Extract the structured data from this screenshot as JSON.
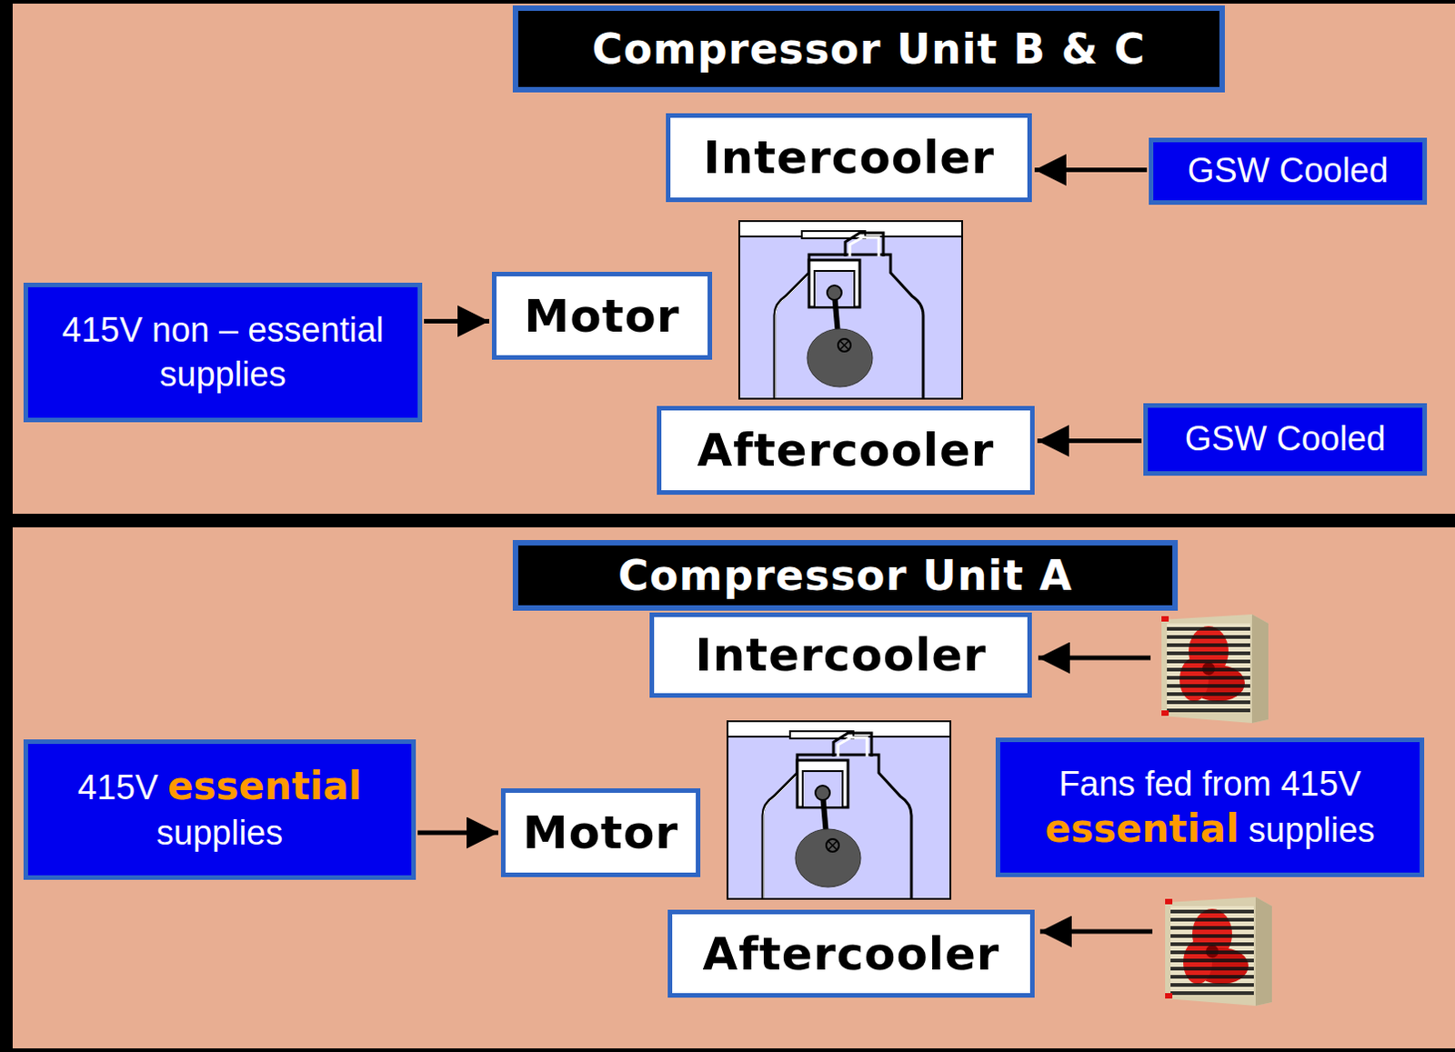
{
  "diagram": {
    "nodes": [
      {
        "text": [
          "Compressor Unit B & C"
        ]
      },
      {
        "text": [
          "Intercooler"
        ]
      },
      {
        "text": [
          "GSW Cooled"
        ]
      },
      {
        "text": [
          "415V non – essential supplies"
        ]
      },
      {
        "text": [
          "Motor"
        ]
      },
      {
        "text": [
          "Aftercooler"
        ]
      },
      {
        "text": [
          "GSW Cooled"
        ]
      },
      {
        "text": [
          "Compressor Unit A"
        ]
      },
      {
        "text": [
          "Intercooler"
        ]
      },
      {
        "text": [
          "415V essential supplies"
        ]
      },
      {
        "text": [
          "Motor"
        ]
      },
      {
        "text": [
          "Fans fed from 415V essential supplies"
        ]
      },
      {
        "text": [
          "Aftercooler"
        ]
      }
    ],
    "edges": [
      {
        "from": 3,
        "to": 4,
        "arrow": "to"
      },
      {
        "from": 2,
        "to": 1,
        "arrow": "to"
      },
      {
        "from": 6,
        "to": 5,
        "arrow": "to"
      },
      {
        "from": 9,
        "to": 10,
        "arrow": "to"
      }
    ]
  }
}
